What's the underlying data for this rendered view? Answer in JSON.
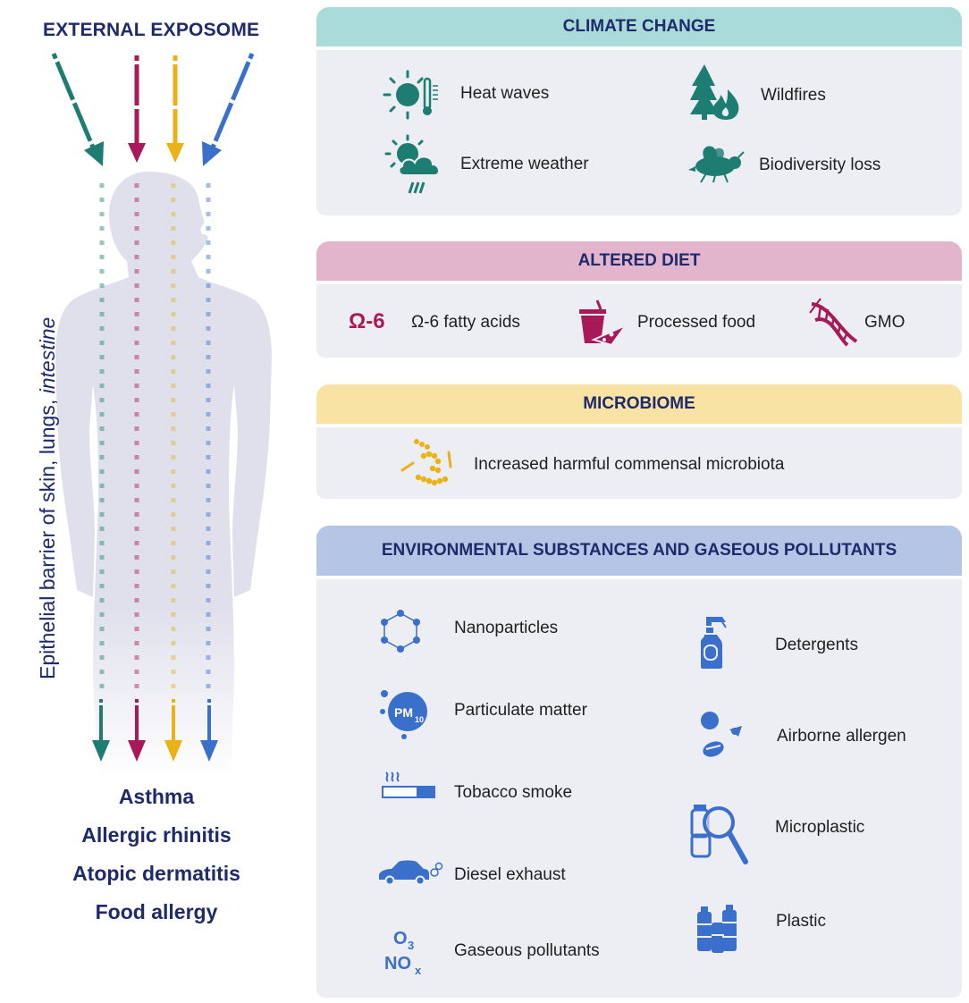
{
  "external_exposome": "EXTERNAL EXPOSOME",
  "barrier_label": {
    "prefix": "Epithelial barrier of skin, lungs, ",
    "italic": "intestine"
  },
  "outcomes": [
    "Asthma",
    "Allergic rhinitis",
    "Atopic dermatitis",
    "Food allergy"
  ],
  "colors": {
    "teal": "#1e7d72",
    "magenta": "#a8195a",
    "yellow": "#eab216",
    "blue": "#3a6fcb",
    "climate_head": "#a9dcd9",
    "diet_head": "#e3b5cd",
    "micro_head": "#f9e3a4",
    "env_head": "#b4c5e6",
    "panel_body": "#edeef3",
    "body_silhouette": "#dfe0ec"
  },
  "climate": {
    "title": "CLIMATE CHANGE",
    "items": [
      {
        "label": "Heat waves",
        "icon": "sun-thermometer-icon"
      },
      {
        "label": "Wildfires",
        "icon": "tree-fire-icon"
      },
      {
        "label": "Extreme weather",
        "icon": "storm-cloud-icon"
      },
      {
        "label": "Biodiversity loss",
        "icon": "bee-icon"
      }
    ]
  },
  "diet": {
    "title": "ALTERED DIET",
    "omega_symbol": "Ω-6",
    "items": [
      {
        "label": "Ω-6 fatty acids",
        "icon": "omega-icon"
      },
      {
        "label": "Processed food",
        "icon": "drink-pizza-icon"
      },
      {
        "label": "GMO",
        "icon": "dna-icon"
      }
    ]
  },
  "microbiome": {
    "title": "MICROBIOME",
    "items": [
      {
        "label": "Increased harmful commensal microbiota",
        "icon": "bacteria-icon"
      }
    ]
  },
  "environment": {
    "title": "ENVIRONMENTAL SUBSTANCES AND GASEOUS POLLUTANTS",
    "left": [
      {
        "label": "Nanoparticles",
        "icon": "nanoparticle-ring-icon"
      },
      {
        "label": "Particulate matter",
        "icon": "pm10-icon"
      },
      {
        "label": "Tobacco smoke",
        "icon": "cigarette-icon"
      },
      {
        "label": "Diesel exhaust",
        "icon": "car-exhaust-icon"
      },
      {
        "label": "Gaseous pollutants",
        "icon": "o3-nox-icon"
      }
    ],
    "right": [
      {
        "label": "Detergents",
        "icon": "spray-bottle-icon"
      },
      {
        "label": "Airborne allergen",
        "icon": "pollen-icon"
      },
      {
        "label": "Microplastic",
        "icon": "magnifier-bottles-icon"
      },
      {
        "label": "Plastic",
        "icon": "plastic-bottles-icon"
      }
    ],
    "pm_text": "PM",
    "pm_sub": "10",
    "o3": "O",
    "o3_sub": "3",
    "nox": "NO",
    "nox_sub": "x"
  }
}
